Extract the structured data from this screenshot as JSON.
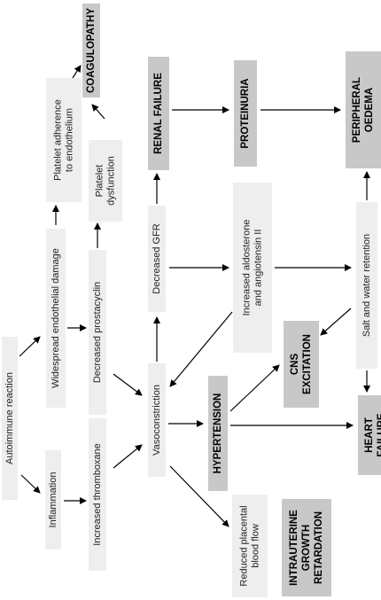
{
  "nodes": {
    "autoimmune": {
      "lines": [
        "Autoimmune reaction"
      ]
    },
    "inflammation": {
      "lines": [
        "Inflammation"
      ]
    },
    "endothelial_damage": {
      "lines": [
        "Widespread endothelial damage"
      ]
    },
    "platelet_adherence": {
      "lines": [
        "Platelet adherence",
        "to endothelium"
      ]
    },
    "coagulopathy": {
      "lines": [
        "COAGULOPATHY"
      ]
    },
    "platelet_dysfunction": {
      "lines": [
        "Platelet",
        "dysfunction"
      ]
    },
    "decreased_prostacyclin": {
      "lines": [
        "Decreased prostacyclin"
      ]
    },
    "increased_thromboxane": {
      "lines": [
        "Increased thromboxane"
      ]
    },
    "vasoconstriction": {
      "lines": [
        "Vasoconstriction"
      ]
    },
    "decreased_gfr": {
      "lines": [
        "Decreased GFR"
      ]
    },
    "renal_failure": {
      "lines": [
        "RENAL FAILURE"
      ]
    },
    "proteinuria": {
      "lines": [
        "PROTEINURIA"
      ]
    },
    "peripheral_oedema": {
      "lines": [
        "PERIPHERAL",
        "OEDEMA"
      ]
    },
    "increased_aldosterone": {
      "lines": [
        "Increased aldosterone",
        "and angiotensin II"
      ]
    },
    "salt_water_retention": {
      "lines": [
        "Salt and water retention"
      ]
    },
    "cns_excitation": {
      "lines": [
        "CNS",
        "EXCITATION"
      ]
    },
    "hypertension": {
      "lines": [
        "HYPERTENSION"
      ]
    },
    "heart_failure": {
      "lines": [
        "HEART",
        "FAILURE"
      ]
    },
    "reduced_placental_flow": {
      "lines": [
        "Reduced placental",
        "blood flow"
      ]
    },
    "iugr": {
      "lines": [
        "INTRAUTERINE",
        "GROWTH",
        "RETARDATION"
      ]
    }
  }
}
